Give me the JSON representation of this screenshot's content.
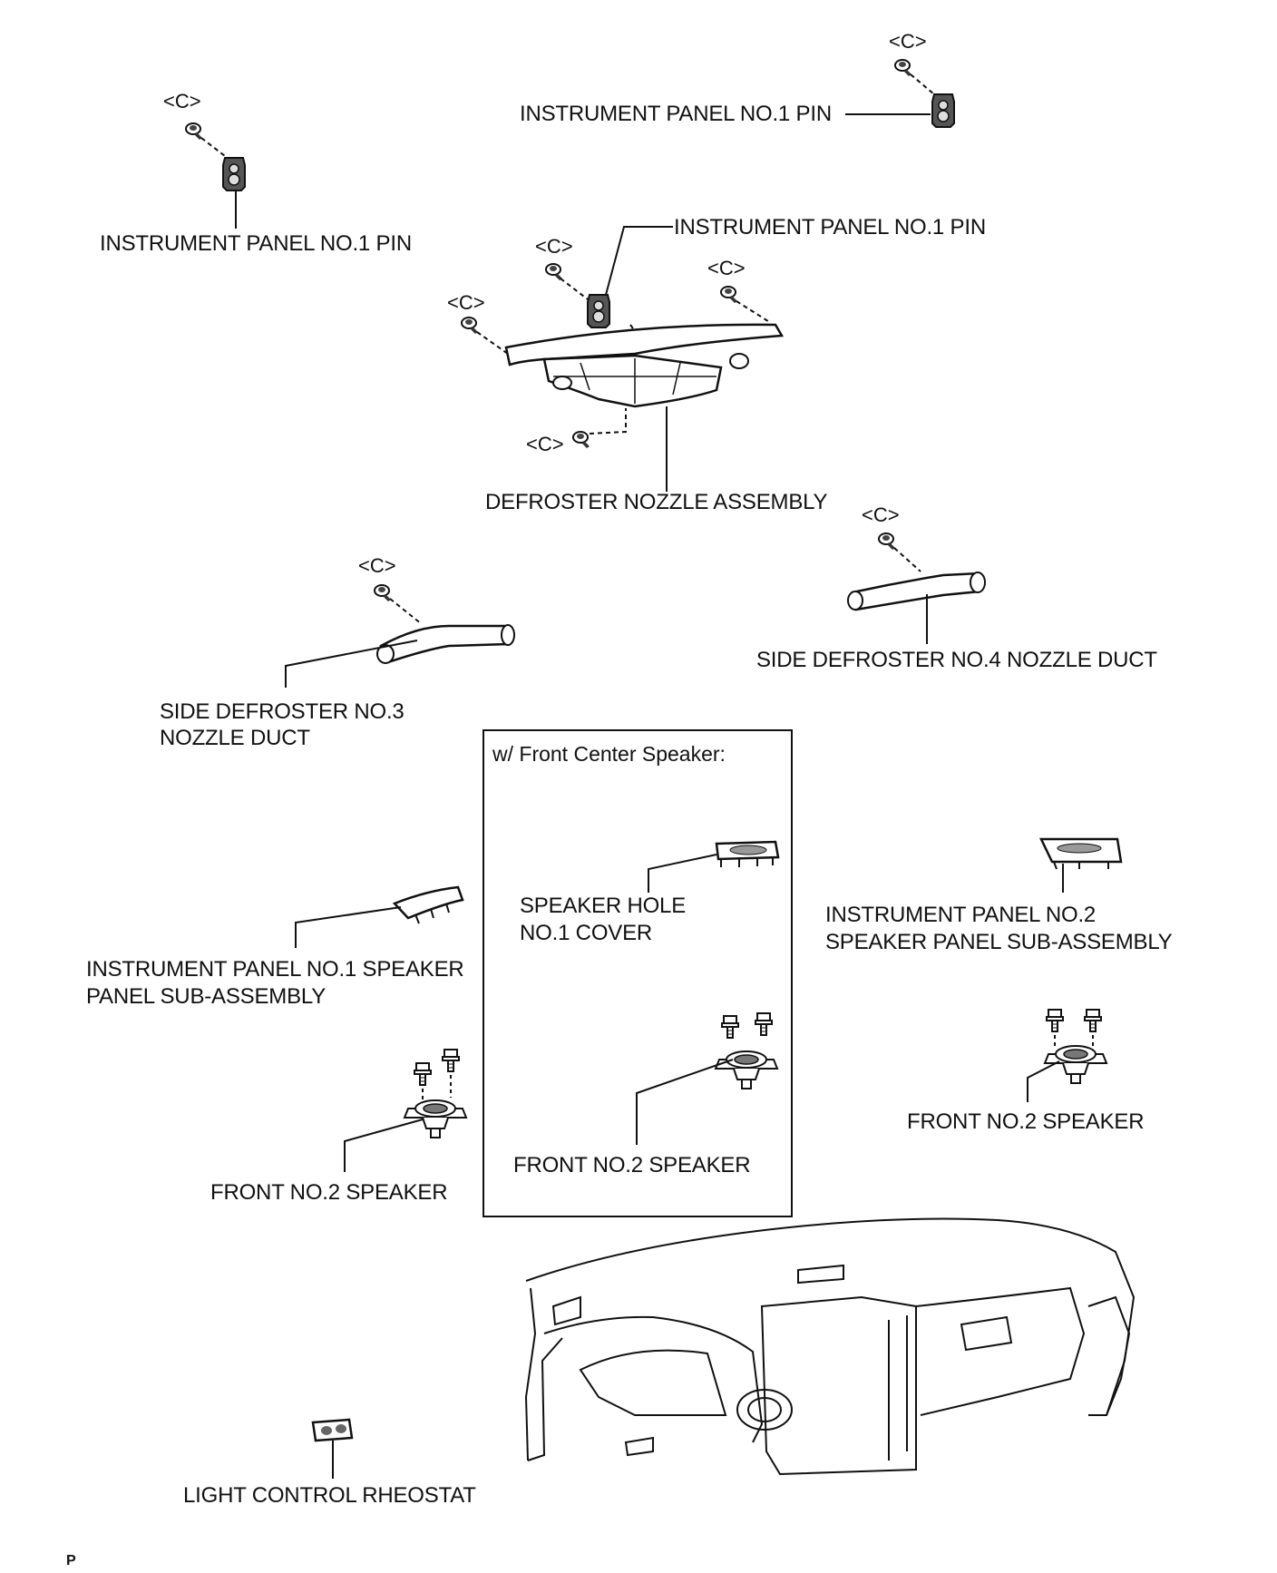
{
  "labels": {
    "pin_left": "INSTRUMENT PANEL NO.1 PIN",
    "pin_top": "INSTRUMENT PANEL NO.1 PIN",
    "pin_center": "INSTRUMENT PANEL NO.1 PIN",
    "defroster_nozzle": "DEFROSTER NOZZLE ASSEMBLY",
    "side_defroster_no3_line1": "SIDE DEFROSTER NO.3",
    "side_defroster_no3_line2": "NOZZLE DUCT",
    "side_defroster_no4": "SIDE DEFROSTER NO.4 NOZZLE DUCT",
    "box_title": "w/ Front Center Speaker:",
    "speaker_hole_line1": "SPEAKER HOLE",
    "speaker_hole_line2": "NO.1 COVER",
    "front_no2_speaker_box": "FRONT NO.2 SPEAKER",
    "panel_no1_speaker_line1": "INSTRUMENT PANEL NO.1 SPEAKER",
    "panel_no1_speaker_line2": "PANEL SUB-ASSEMBLY",
    "panel_no2_speaker_line1": "INSTRUMENT PANEL NO.2",
    "panel_no2_speaker_line2": "SPEAKER PANEL SUB-ASSEMBLY",
    "front_no2_speaker_left": "FRONT NO.2 SPEAKER",
    "front_no2_speaker_right": "FRONT NO.2 SPEAKER",
    "light_control": "LIGHT CONTROL RHEOSTAT"
  },
  "fastener_ref": "<C>",
  "corner_mark": "P"
}
